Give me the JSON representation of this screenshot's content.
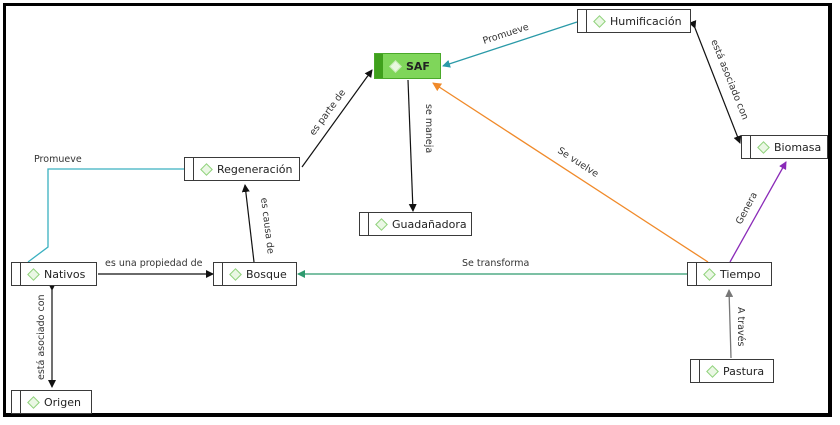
{
  "diagram": {
    "type": "concept-map",
    "nodes": {
      "saf": "SAF",
      "humificacion": "Humificación",
      "regeneracion": "Regeneración",
      "biomasa": "Biomasa",
      "guadanadora": "Guadañadora",
      "nativos": "Nativos",
      "bosque": "Bosque",
      "tiempo": "Tiempo",
      "origen": "Origen",
      "pastura": "Pastura"
    },
    "edges": [
      {
        "from": "humificacion",
        "to": "saf",
        "label": "Promueve",
        "color": "#2a9aa8"
      },
      {
        "from": "humificacion",
        "to": "biomasa",
        "label": "está asociado con",
        "color": "#111111",
        "bidirectional": true
      },
      {
        "from": "regeneracion",
        "to": "saf",
        "label": "es parte de",
        "color": "#111111"
      },
      {
        "from": "saf",
        "to": "guadanadora",
        "label": "se maneja",
        "color": "#111111"
      },
      {
        "from": "tiempo",
        "to": "saf",
        "label": "Se vuelve",
        "color": "#f08a2a"
      },
      {
        "from": "nativos",
        "to": "regeneracion",
        "label": "Promueve",
        "color": "#3ab0c0",
        "no_arrow": true
      },
      {
        "from": "bosque",
        "to": "regeneracion",
        "label": "es causa de",
        "color": "#111111"
      },
      {
        "from": "nativos",
        "to": "bosque",
        "label": "es una propiedad de",
        "color": "#111111"
      },
      {
        "from": "tiempo",
        "to": "bosque",
        "label": "Se transforma",
        "color": "#2e9a6e"
      },
      {
        "from": "tiempo",
        "to": "biomasa",
        "label": "Genera",
        "color": "#8a2ab8"
      },
      {
        "from": "pastura",
        "to": "tiempo",
        "label": "A través",
        "color": "#777777"
      },
      {
        "from": "nativos",
        "to": "origen",
        "label": "está asociado con",
        "color": "#111111",
        "bidirectional": true
      }
    ]
  }
}
